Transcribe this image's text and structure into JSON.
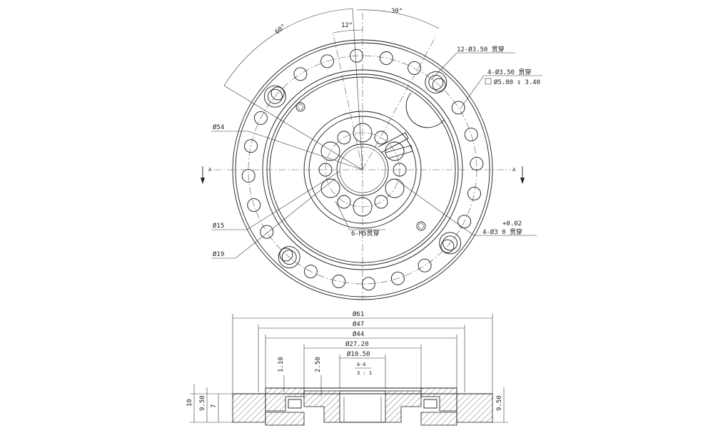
{
  "plan_view": {
    "angle_60": "60°",
    "angle_30": "30°",
    "angle_12": "12°",
    "callout_holes_12": "12-Ø3.50 贯穿",
    "callout_holes_4_line1": "4-Ø3.50 贯穿",
    "callout_holes_4_line2": "Ø5.80 ↧ 3.40",
    "dia_54": "Ø54",
    "dia_15": "Ø15",
    "dia_19": "Ø19",
    "thread_callout": "6-M5贯穿",
    "tol_upper": "+0.02",
    "callout_pin_holes": "4-Ø3  0  贯穿",
    "section_mark_left": "A",
    "section_mark_right": "A"
  },
  "section_view": {
    "dia_61": "Ø61",
    "dia_47": "Ø47",
    "dia_44": "Ø44",
    "dia_27_20": "Ø27.20",
    "dia_10_50": "Ø10.50",
    "section_label": "A-A",
    "section_scale": "3 : 1",
    "dim_1_10": "1.10",
    "dim_2_50": "2.50",
    "dim_10": "10",
    "dim_9_50_left": "9.50",
    "dim_7": "7",
    "dim_9_50_right": "9.50"
  }
}
